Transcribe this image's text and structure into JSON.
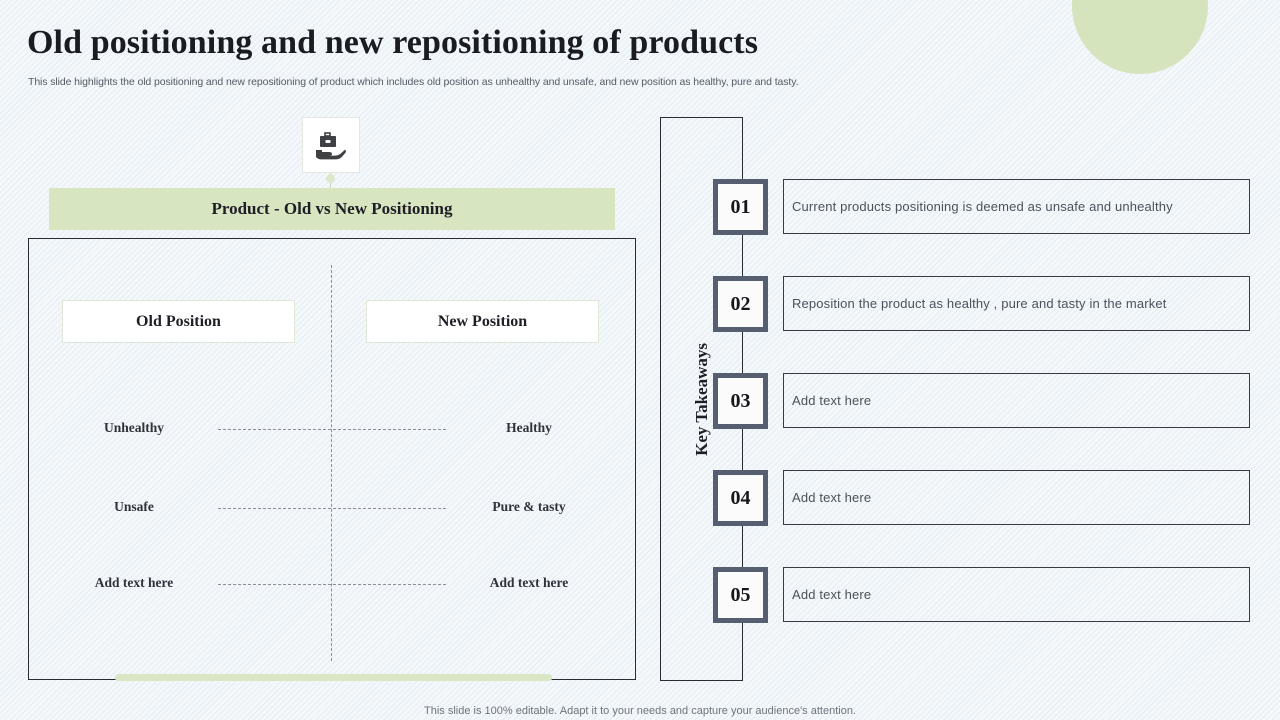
{
  "header": {
    "title": "Old positioning and new repositioning of products",
    "subtitle": "This slide highlights the old positioning and new repositioning of product which includes old position as unhealthy and unsafe, and new position as healthy, pure and tasty."
  },
  "decor": {
    "circle_color": "#d5e4bd",
    "accent_color": "#d7e5c1",
    "icon_name": "hand-holding-briefcase-icon"
  },
  "left_panel": {
    "banner_label": "Product - Old vs New Positioning",
    "columns": [
      {
        "label": "Old Position"
      },
      {
        "label": "New Position"
      }
    ],
    "rows": [
      {
        "old": "Unhealthy",
        "new": "Healthy"
      },
      {
        "old": "Unsafe",
        "new": "Pure & tasty"
      },
      {
        "old": "Add text here",
        "new": "Add text here"
      }
    ]
  },
  "right_panel": {
    "vertical_label": "Key Takeaways",
    "items": [
      {
        "number": "01",
        "text": "Current  products positioning is deemed as unsafe  and unhealthy"
      },
      {
        "number": "02",
        "text": "Reposition the product as healthy  , pure and tasty  in the market"
      },
      {
        "number": "03",
        "text": "Add text here"
      },
      {
        "number": "04",
        "text": "Add text here"
      },
      {
        "number": "05",
        "text": "Add text here"
      }
    ]
  },
  "footer": {
    "note": "This slide is 100% editable. Adapt it to your needs and capture your audience's attention."
  }
}
